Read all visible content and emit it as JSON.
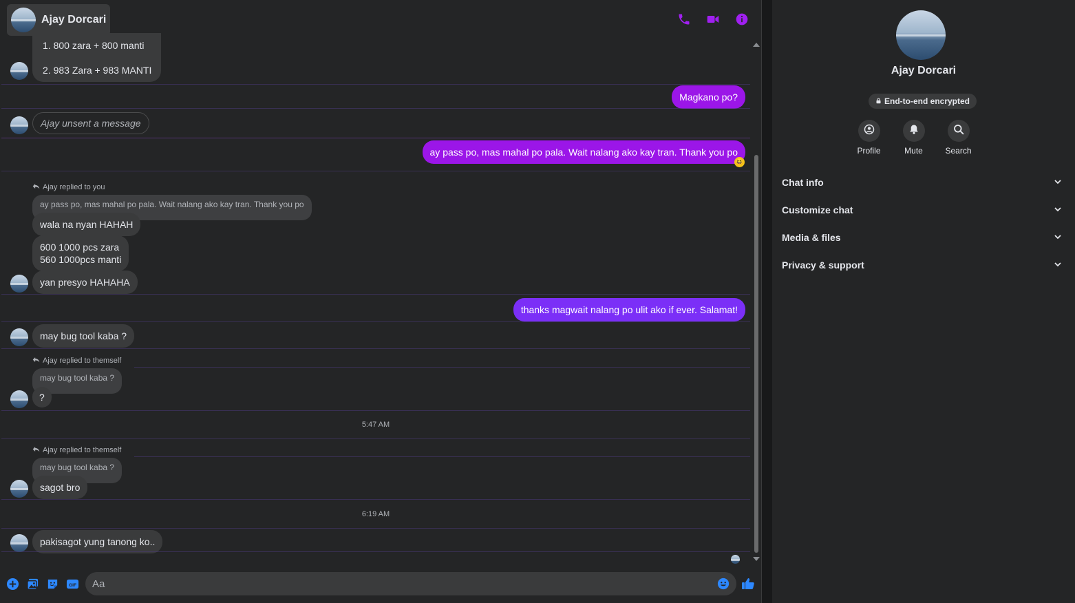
{
  "colors": {
    "accent": "#a020f0",
    "outgoing_purple": "#9b16e8",
    "outgoing_violet": "#7b2ff7",
    "blue": "#2d88ff"
  },
  "header": {
    "contact_name": "Ajay Dorcari",
    "icons": [
      "phone-icon",
      "video-icon",
      "info-icon"
    ]
  },
  "messages": {
    "m1_line1": "1. 800 zara + 800 manti",
    "m1_line2": "2. 983 Zara + 983 MANTI",
    "m2": "Magkano po?",
    "m3": "Ajay unsent a message",
    "m4": "ay pass po, mas mahal po pala. Wait nalang ako kay tran. Thank you po",
    "m4_reaction": "😆",
    "r1_note": "Ajay replied to you",
    "r1_quote": "ay pass po, mas mahal po pala. Wait nalang ako kay tran. Thank you po",
    "r1_msg": "wala na nyan HAHAH",
    "m5_line1": "600 1000 pcs zara",
    "m5_line2": "560 1000pcs manti",
    "m6": "yan presyo HAHAHA",
    "m7": "thanks magwait nalang po ulit ako if ever. Salamat!",
    "m8": "may bug tool kaba ?",
    "r2_note": "Ajay replied to themself",
    "r2_quote": "may bug tool kaba ?",
    "r2_msg": "?",
    "time1": "5:47 AM",
    "r3_note": "Ajay replied to themself",
    "r3_quote": "may bug tool kaba ?",
    "r3_msg": "sagot bro",
    "time2": "6:19 AM",
    "m9": "pakisagot yung tanong ko.."
  },
  "composer": {
    "placeholder": "Aa",
    "tools": [
      "plus-icon",
      "image-icon",
      "sticker-icon",
      "gif-icon"
    ],
    "gif_label": "GIF"
  },
  "side": {
    "name": "Ajay Dorcari",
    "encrypted": "End-to-end encrypted",
    "actions": [
      {
        "label": "Profile",
        "icon": "profile-icon"
      },
      {
        "label": "Mute",
        "icon": "bell-icon"
      },
      {
        "label": "Search",
        "icon": "search-icon"
      }
    ],
    "menu": [
      {
        "label": "Chat info"
      },
      {
        "label": "Customize chat"
      },
      {
        "label": "Media & files"
      },
      {
        "label": "Privacy & support"
      }
    ]
  }
}
